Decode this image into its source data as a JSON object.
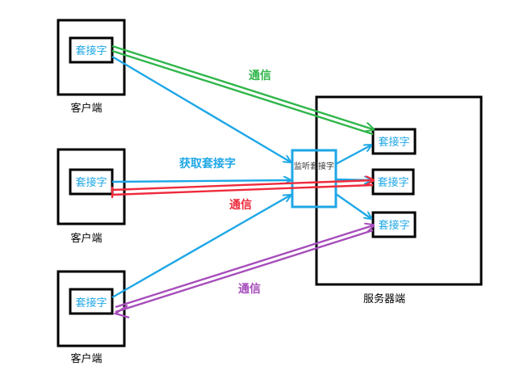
{
  "clients": [
    {
      "socket_label": "套接字",
      "caption": "客户端"
    },
    {
      "socket_label": "套接字",
      "caption": "客户端"
    },
    {
      "socket_label": "套接字",
      "caption": "客户端"
    }
  ],
  "server": {
    "caption": "服务器端",
    "listen_label": "监听套接字",
    "sockets": [
      "套接字",
      "套接字",
      "套接字"
    ]
  },
  "labels": {
    "comm_top": "通信",
    "acquire": "获取套接字",
    "comm_mid": "通信",
    "comm_bottom": "通信"
  },
  "colors": {
    "request": "#1ea7e6",
    "comm_top": "#2fb64a",
    "comm_mid": "#ee2b3b",
    "comm_bottom": "#a64dbb"
  }
}
